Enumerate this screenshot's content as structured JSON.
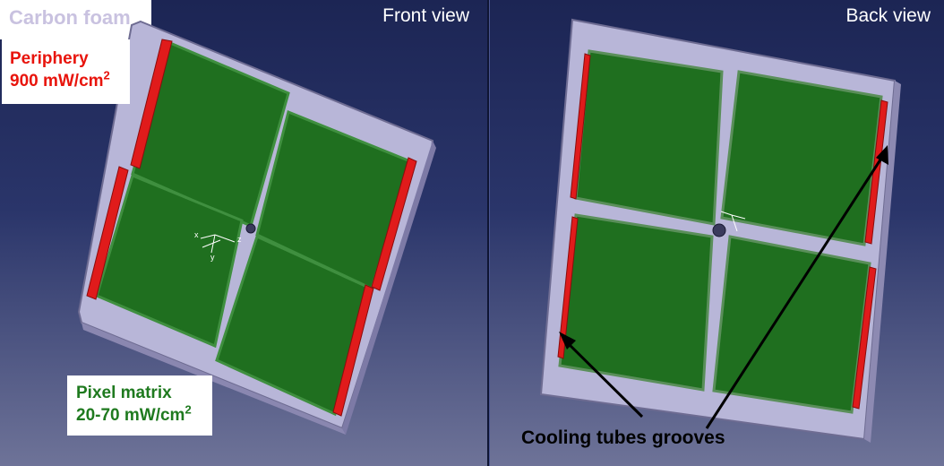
{
  "front": {
    "title": "Front view",
    "periphery": {
      "line1": "Periphery",
      "line2_value": "900 mW/cm",
      "line2_sup": "2"
    },
    "carbon_foam": "Carbon foam",
    "pixel_matrix": {
      "line1": "Pixel matrix",
      "line2_value": "20-70 mW/cm",
      "line2_sup": "2"
    }
  },
  "back": {
    "title": "Back view",
    "cooling_label": "Cooling tubes grooves"
  },
  "axes": {
    "x": "x",
    "y": "y",
    "z": "z"
  },
  "colors": {
    "background_top": "#1c2554",
    "foam": "#b8b6d8",
    "sensor": "#1f6f1f",
    "periphery": "#e01b1b",
    "red_text": "#e8140c",
    "green_text": "#1f7a1f"
  }
}
